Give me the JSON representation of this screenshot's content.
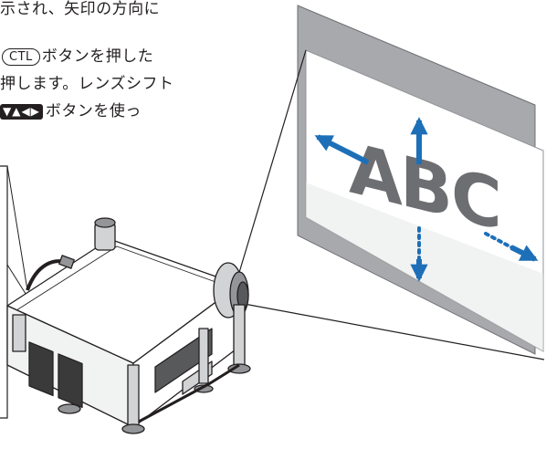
{
  "instructions": {
    "line1": "示され、矢印の方向に",
    "line2_key": "CTL",
    "line2_text": "ボタンを押した",
    "line3": "押します。レンズシフト",
    "line4_keys": "▼▲◀▶",
    "line4_text": "ボタンを使っ"
  },
  "screen_text": [
    "A",
    "B",
    "C"
  ],
  "colors": {
    "arrow": "#1d6fb8",
    "screen_gray": "#a7a9ac",
    "abc": "#6d6e71",
    "text": "#231f20"
  }
}
